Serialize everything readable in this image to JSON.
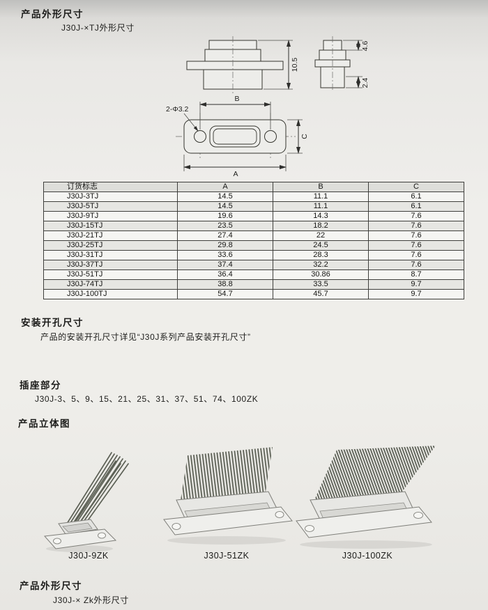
{
  "section_top": {
    "title": "产品外形尺寸",
    "subtitle": "J30J-×TJ外形尺寸"
  },
  "drawing": {
    "dim_total": "10.5",
    "dim_cap": "4.6",
    "dim_base": "2.4",
    "dim_holes": "2-Φ3.2",
    "dim_a": "A",
    "dim_b": "B",
    "dim_c": "C"
  },
  "table": {
    "headers": [
      "订货标志",
      "A",
      "B",
      "C"
    ],
    "rows": [
      [
        "J30J-3TJ",
        "14.5",
        "11.1",
        "6.1"
      ],
      [
        "J30J-5TJ",
        "14.5",
        "11.1",
        "6.1"
      ],
      [
        "J30J-9TJ",
        "19.6",
        "14.3",
        "7.6"
      ],
      [
        "J30J-15TJ",
        "23.5",
        "18.2",
        "7.6"
      ],
      [
        "J30J-21TJ",
        "27.4",
        "22",
        "7.6"
      ],
      [
        "J30J-25TJ",
        "29.8",
        "24.5",
        "7.6"
      ],
      [
        "J30J-31TJ",
        "33.6",
        "28.3",
        "7.6"
      ],
      [
        "J30J-37TJ",
        "37.4",
        "32.2",
        "7.6"
      ],
      [
        "J30J-51TJ",
        "36.4",
        "30.86",
        "8.7"
      ],
      [
        "J30J-74TJ",
        "38.8",
        "33.5",
        "9.7"
      ],
      [
        "J30J-100TJ",
        "54.7",
        "45.7",
        "9.7"
      ]
    ]
  },
  "section_mounting": {
    "title": "安装开孔尺寸",
    "body": "产品的安装开孔尺寸详见“J30J系列产品安装开孔尺寸”"
  },
  "section_socket": {
    "title": "插座部分",
    "body": "J30J-3、5、9、15、21、25、31、37、51、74、100ZK"
  },
  "section_views": {
    "title": "产品立体图",
    "products": [
      {
        "label": "J30J-9ZK"
      },
      {
        "label": "J30J-51ZK"
      },
      {
        "label": "J30J-100ZK"
      }
    ]
  },
  "section_bottom": {
    "title": "产品外形尺寸",
    "subtitle": "J30J-× Zk外形尺寸"
  }
}
